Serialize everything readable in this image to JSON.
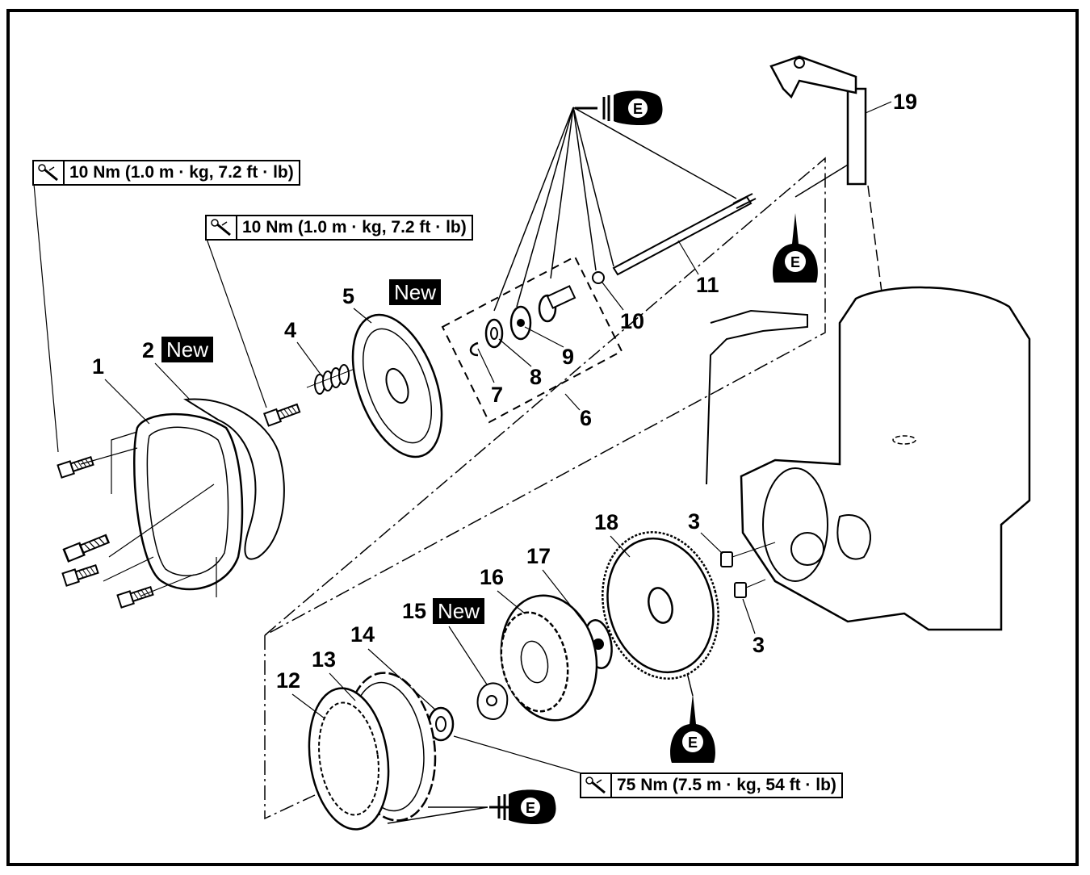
{
  "torque": {
    "cover_bolts": "10 Nm (1.0 m · kg, 7.2 ft · lb)",
    "spring_bolts": "10 Nm (1.0 m · kg, 7.2 ft · lb)",
    "boss_nut": "75 Nm (7.5 m · kg, 54 ft · lb)"
  },
  "new_label": "New",
  "oil_label": "E",
  "parts": [
    "1",
    "2",
    "3",
    "4",
    "5",
    "6",
    "7",
    "8",
    "9",
    "10",
    "11",
    "12",
    "13",
    "14",
    "15",
    "16",
    "17",
    "18",
    "19"
  ],
  "icons": {
    "torque": "torque-wrench-icon",
    "oil": "engine-oil-icon"
  }
}
